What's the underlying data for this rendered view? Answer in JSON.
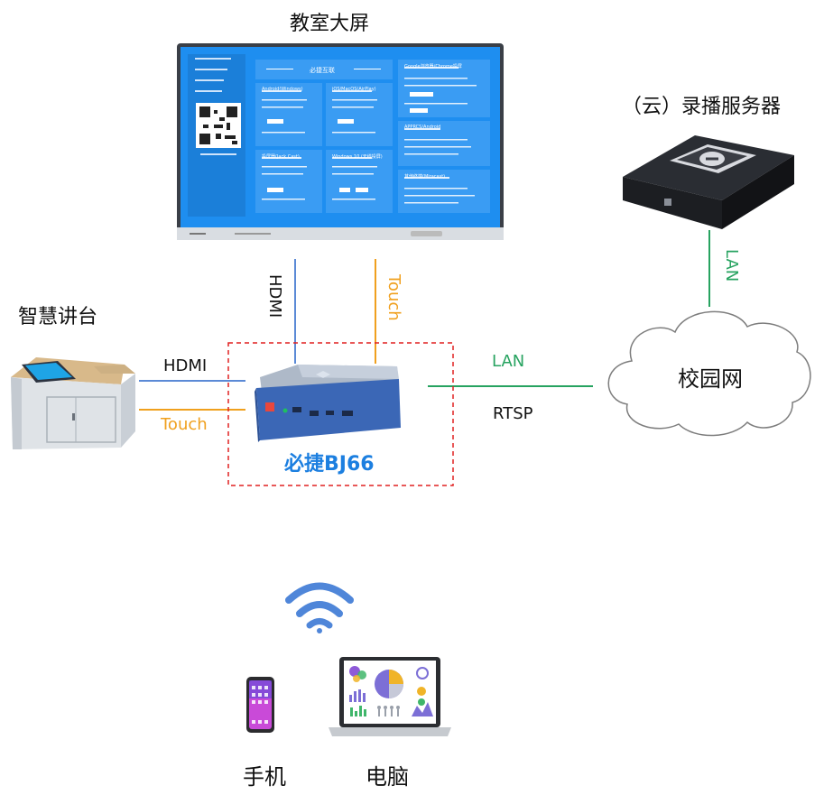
{
  "labels": {
    "screen": "教室大屏",
    "server": "（云）录播服务器",
    "podium": "智慧讲台",
    "campus_net": "校园网",
    "device": "必捷BJ66",
    "phone": "手机",
    "computer": "电脑"
  },
  "connections": {
    "screen_hdmi": "HDMI",
    "screen_touch": "Touch",
    "podium_hdmi": "HDMI",
    "podium_touch": "Touch",
    "net_lan": "LAN",
    "net_rtsp": "RTSP",
    "server_lan": "LAN"
  },
  "screen_ui": {
    "logo_text": "必捷互联",
    "panels": [
      "Android(Windows)",
      "iOS/MacOS(AirPlay)",
      "Google浏览器/Chrome投屏",
      "APPRCS/Android",
      "投屏器(Jack Cast)",
      "Windows 10 (无线投屏)",
      "其他终端(Miracast)"
    ]
  },
  "colors": {
    "hdmi": "#5b8ad6",
    "touch": "#f0a01e",
    "lan": "#27a360",
    "dashed_box": "#e02020",
    "screen_blue": "#1e8ef0",
    "device_blue": "#1c7fe0"
  }
}
